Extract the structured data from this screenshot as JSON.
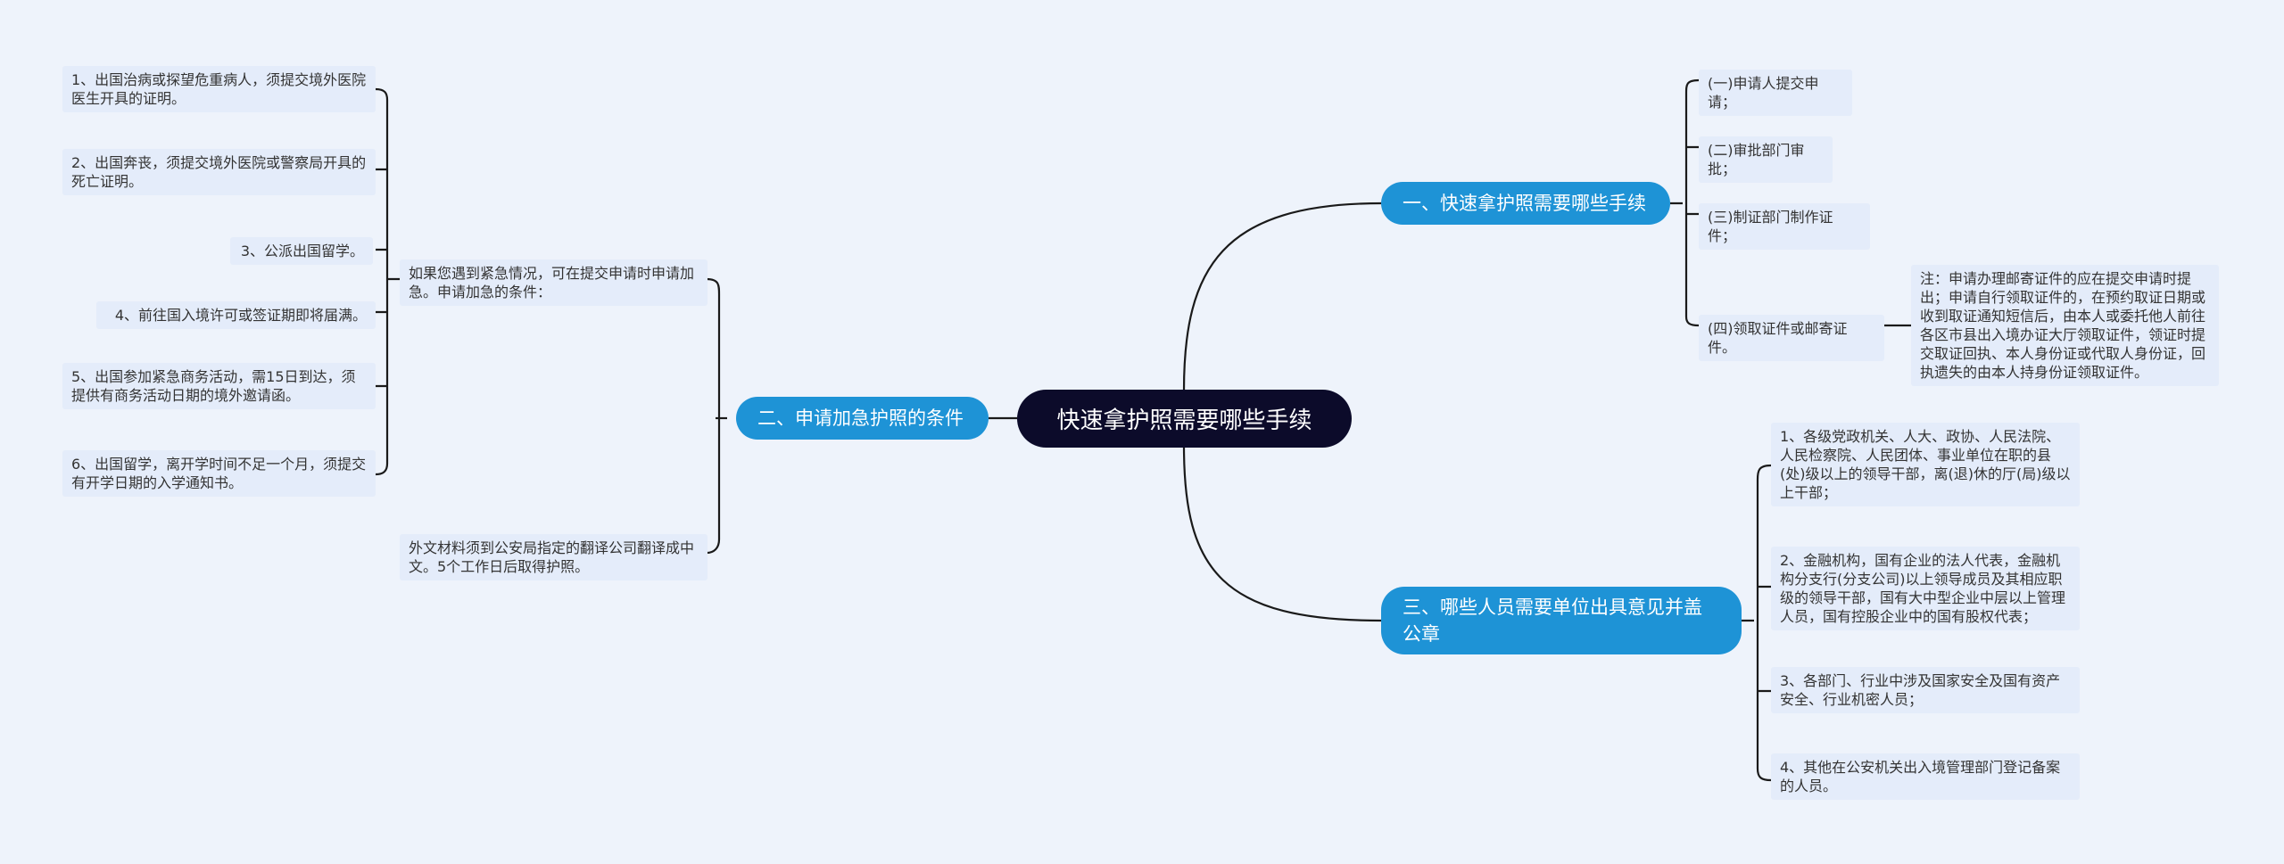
{
  "root": {
    "title": "快速拿护照需要哪些手续"
  },
  "branches": {
    "b1": {
      "title": "一、快速拿护照需要哪些手续",
      "items": [
        "(一)申请人提交申请；",
        "(二)审批部门审批；",
        "(三)制证部门制作证件；",
        "(四)领取证件或邮寄证件。"
      ],
      "note": "注：申请办理邮寄证件的应在提交申请时提出；申请自行领取证件的，在预约取证日期或收到取证通知短信后，由本人或委托他人前往各区市县出入境办证大厅领取证件，领证时提交取证回执、本人身份证或代取人身份证，回执遗失的由本人持身份证领取证件。"
    },
    "b2": {
      "title": "二、申请加急护照的条件",
      "mid1": "如果您遇到紧急情况，可在提交申请时申请加急。申请加急的条件：",
      "mid2": "外文材料须到公安局指定的翻译公司翻译成中文。5个工作日后取得护照。",
      "conditions": [
        "1、出国治病或探望危重病人，须提交境外医院医生开具的证明。",
        "2、出国奔丧，须提交境外医院或警察局开具的死亡证明。",
        "3、公派出国留学。",
        "4、前往国入境许可或签证期即将届满。",
        "5、出国参加紧急商务活动，需15日到达，须提供有商务活动日期的境外邀请函。",
        "6、出国留学，离开学时间不足一个月，须提交有开学日期的入学通知书。"
      ]
    },
    "b3": {
      "title": "三、哪些人员需要单位出具意见并盖公章",
      "items": [
        "1、各级党政机关、人大、政协、人民法院、人民检察院、人民团体、事业单位在职的县(处)级以上的领导干部，离(退)休的厅(局)级以上干部；",
        "2、金融机构，国有企业的法人代表，金融机构分支行(分支公司)以上领导成员及其相应职级的领导干部，国有大中型企业中层以上管理人员，国有控股企业中的国有股权代表；",
        "3、各部门、行业中涉及国家安全及国有资产安全、行业机密人员；",
        "4、其他在公安机关出入境管理部门登记备案的人员。"
      ]
    }
  },
  "colors": {
    "background": "#eef3fb",
    "root": "#0c0b2a",
    "branch": "#1e93d6",
    "leaf": "#e4ecfa",
    "line": "#1a1a1a"
  }
}
